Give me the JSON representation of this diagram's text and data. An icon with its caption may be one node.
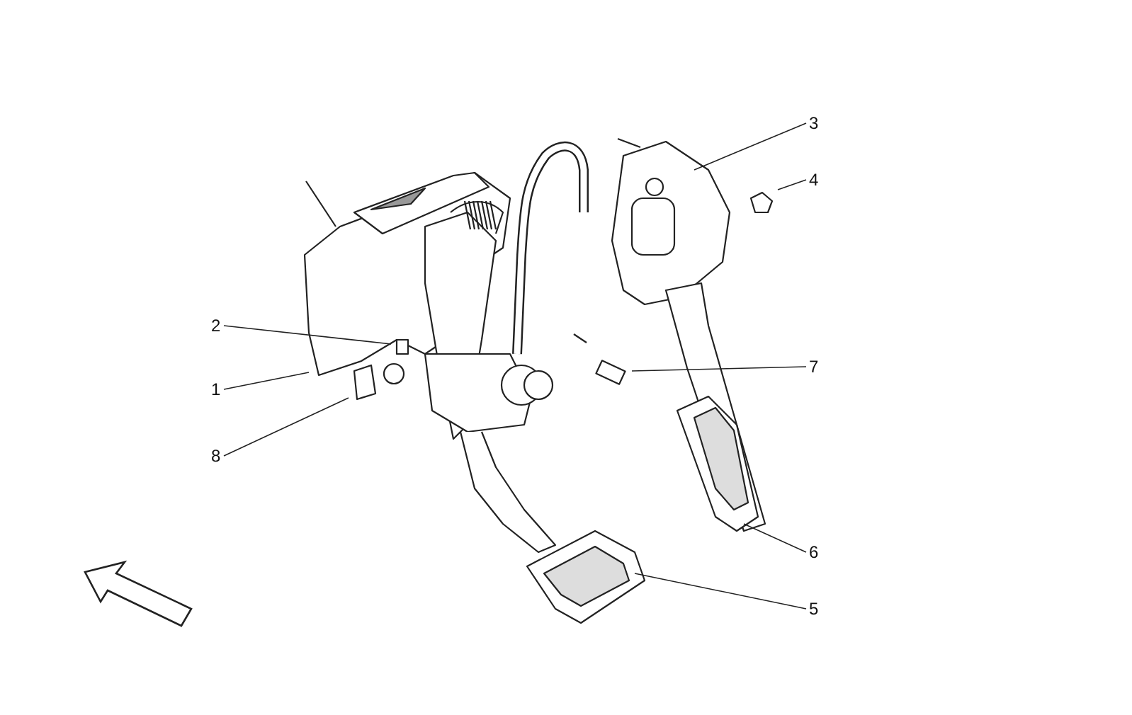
{
  "diagram": {
    "nodes": [
      {
        "text": [
          "3"
        ]
      },
      {
        "text": [
          "4"
        ]
      },
      {
        "text": [
          "2"
        ]
      },
      {
        "text": [
          "7"
        ]
      },
      {
        "text": [
          "1"
        ]
      },
      {
        "text": [
          "8"
        ]
      },
      {
        "text": [
          "6"
        ]
      },
      {
        "text": [
          "5"
        ]
      }
    ],
    "edges": [
      {
        "from": 0,
        "to": null,
        "arrow": "none"
      },
      {
        "from": 1,
        "to": null,
        "arrow": "none"
      },
      {
        "from": 2,
        "to": null,
        "arrow": "none"
      },
      {
        "from": 3,
        "to": null,
        "arrow": "none"
      },
      {
        "from": 4,
        "to": null,
        "arrow": "none"
      },
      {
        "from": 5,
        "to": null,
        "arrow": "none"
      },
      {
        "from": 6,
        "to": null,
        "arrow": "none"
      },
      {
        "from": 7,
        "to": null,
        "arrow": "none"
      }
    ]
  }
}
